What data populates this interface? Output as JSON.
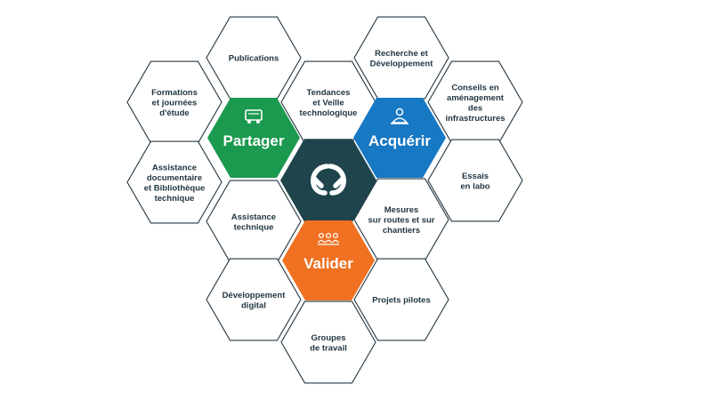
{
  "center": {
    "icon": "logo-icon",
    "color": "#1f444b"
  },
  "colored_hexes": [
    {
      "id": "partager",
      "label": "Partager",
      "icon": "truck-icon",
      "color": "#1b9a4f"
    },
    {
      "id": "acquerir",
      "label": "Acquérir",
      "icon": "person-reading-icon",
      "color": "#1778c3"
    },
    {
      "id": "valider",
      "label": "Valider",
      "icon": "group-icon",
      "color": "#ef7121"
    }
  ],
  "outline_hexes": [
    {
      "id": "publications",
      "lines": [
        "Publications"
      ]
    },
    {
      "id": "recherche",
      "lines": [
        "Recherche et",
        "Développement"
      ]
    },
    {
      "id": "formations",
      "lines": [
        "Formations",
        "et journées",
        "d'étude"
      ]
    },
    {
      "id": "tendances",
      "lines": [
        "Tendances",
        "et Veille",
        "technologique"
      ]
    },
    {
      "id": "conseils",
      "lines": [
        "Conseils en",
        "aménagement",
        "des",
        "infrastructures"
      ]
    },
    {
      "id": "documentaire",
      "lines": [
        "Assistance",
        "documentaire",
        "et Bibliothèque",
        "technique"
      ]
    },
    {
      "id": "essais",
      "lines": [
        "Essais",
        "en labo"
      ]
    },
    {
      "id": "assistance",
      "lines": [
        "Assistance",
        "technique"
      ]
    },
    {
      "id": "mesures",
      "lines": [
        "Mesures",
        "sur routes et sur",
        "chantiers"
      ]
    },
    {
      "id": "developpement",
      "lines": [
        "Développement",
        "digital"
      ]
    },
    {
      "id": "projets",
      "lines": [
        "Projets pilotes"
      ]
    },
    {
      "id": "groupes",
      "lines": [
        "Groupes",
        "de travail"
      ]
    }
  ]
}
